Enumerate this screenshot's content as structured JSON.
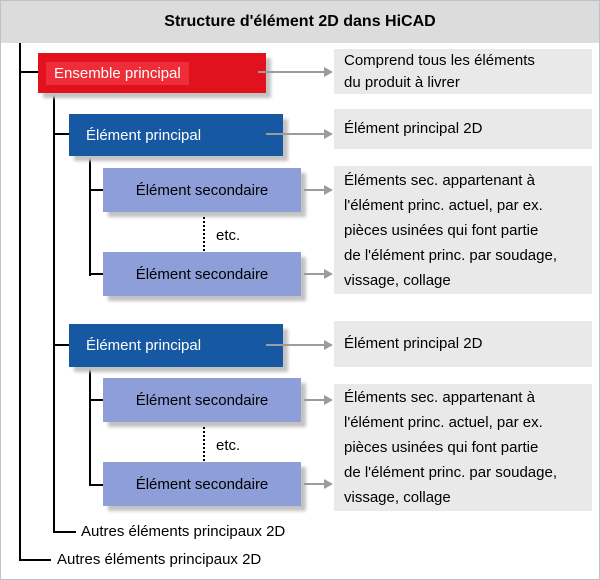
{
  "title": "Structure d'élément 2D dans HiCAD",
  "nodes": {
    "root": "Ensemble principal",
    "main1": "Élément principal",
    "sec1": "Élément secondaire",
    "etc1": "etc.",
    "sec2": "Élément secondaire",
    "main2": "Élément principal",
    "sec3": "Élément secondaire",
    "etc2": "etc.",
    "sec4": "Élément secondaire",
    "others1": "Autres éléments principaux 2D",
    "others2": "Autres éléments principaux 2D"
  },
  "descriptions": {
    "root": "Comprend tous les éléments\ndu produit à livrer",
    "main1": "Élément principal 2D",
    "secgroup1": "Éléments sec. appartenant à\nl'élément princ. actuel, par ex.\npièces usinées qui font partie\nde l'élément princ. par soudage,\nvissage, collage",
    "main2": "Élément principal 2D",
    "secgroup2": "Éléments sec. appartenant à\nl'élément princ. actuel, par ex.\npièces usinées qui font partie\nde l'élément princ. par soudage,\nvissage, collage"
  },
  "colors": {
    "node_root": "#e1111e",
    "node_root_highlight": "#ee2d38",
    "node_main": "#1659a2",
    "node_secondary": "#8d9ed8",
    "titlebar": "#dcdcdc",
    "description_panel": "#e9e9e9",
    "arrow": "#9c9c9c",
    "tree_line": "#000000"
  }
}
